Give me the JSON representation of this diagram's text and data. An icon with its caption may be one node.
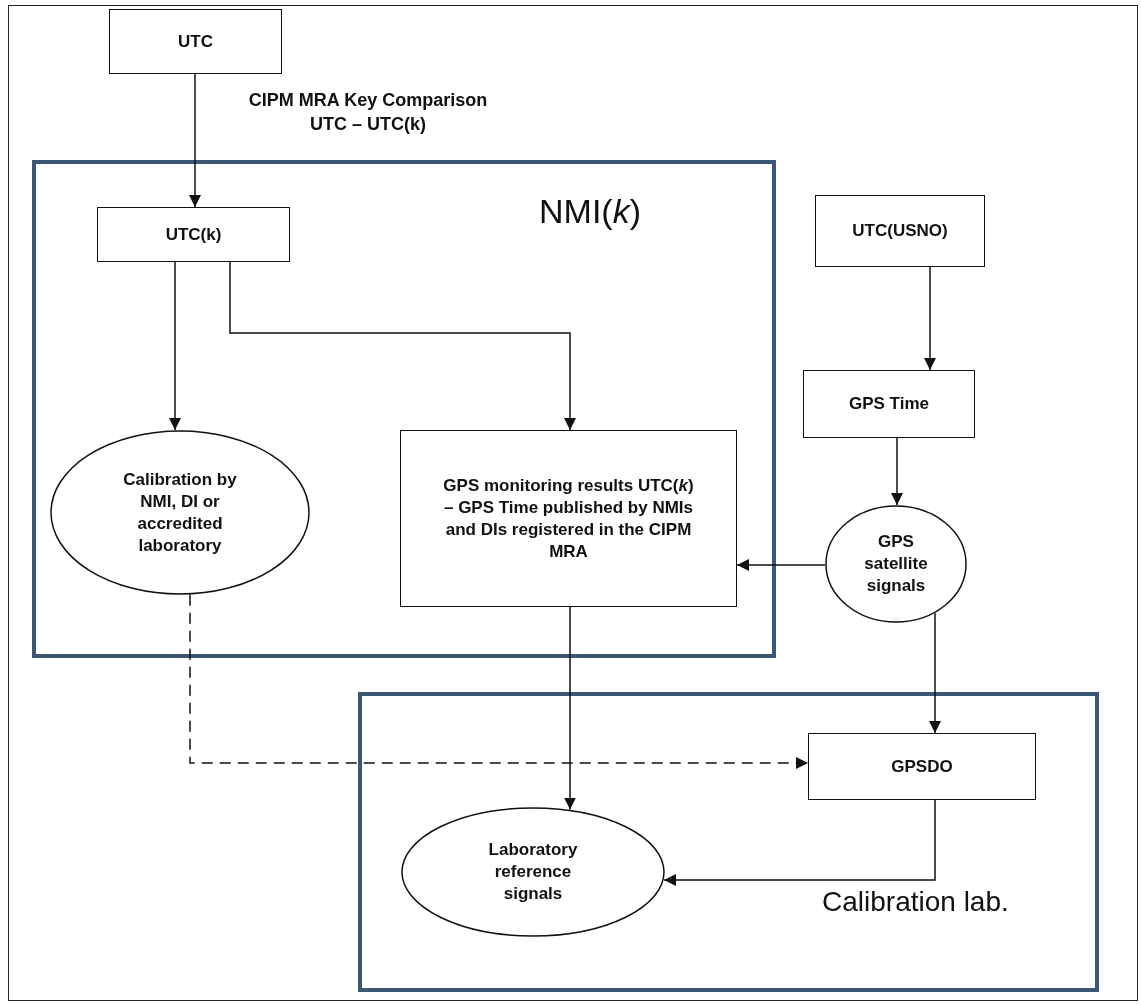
{
  "diagram": {
    "nodes": [
      {
        "text": [
          "UTC"
        ]
      },
      {
        "text": [
          "NMI(*k*)"
        ]
      },
      {
        "text": [
          "UTC(k)"
        ],
        "in": 1
      },
      {
        "text": [
          "Calibration by NMI, DI or accredited laboratory"
        ],
        "in": 1
      },
      {
        "text": [
          "GPS monitoring results UTC(*k*) – GPS Time published by NMIs and DIs registered in the CIPM MRA"
        ],
        "in": 1
      },
      {
        "text": [
          "UTC(USNO)"
        ]
      },
      {
        "text": [
          "GPS Time"
        ]
      },
      {
        "text": [
          "GPS satellite signals"
        ]
      },
      {
        "text": [
          "Calibration lab."
        ]
      },
      {
        "text": [
          "GPSDO"
        ],
        "in": 8
      },
      {
        "text": [
          "Laboratory reference signals"
        ],
        "in": 8
      }
    ],
    "edges": [
      {
        "from": 0,
        "to": 2,
        "arrow": "to",
        "label": "CIPM MRA Key Comparison UTC – UTC(k)"
      },
      {
        "from": 2,
        "to": 3,
        "arrow": "to"
      },
      {
        "from": 2,
        "to": 4,
        "arrow": "to"
      },
      {
        "from": 5,
        "to": 6,
        "arrow": "to"
      },
      {
        "from": 6,
        "to": 7,
        "arrow": "to"
      },
      {
        "from": 7,
        "to": 4,
        "arrow": "to"
      },
      {
        "from": 7,
        "to": 9,
        "arrow": "to"
      },
      {
        "from": 3,
        "to": 9,
        "arrow": "to",
        "style": "dashed"
      },
      {
        "from": 4,
        "to": 10,
        "arrow": "to"
      },
      {
        "from": 9,
        "to": 10,
        "arrow": "to"
      }
    ]
  }
}
